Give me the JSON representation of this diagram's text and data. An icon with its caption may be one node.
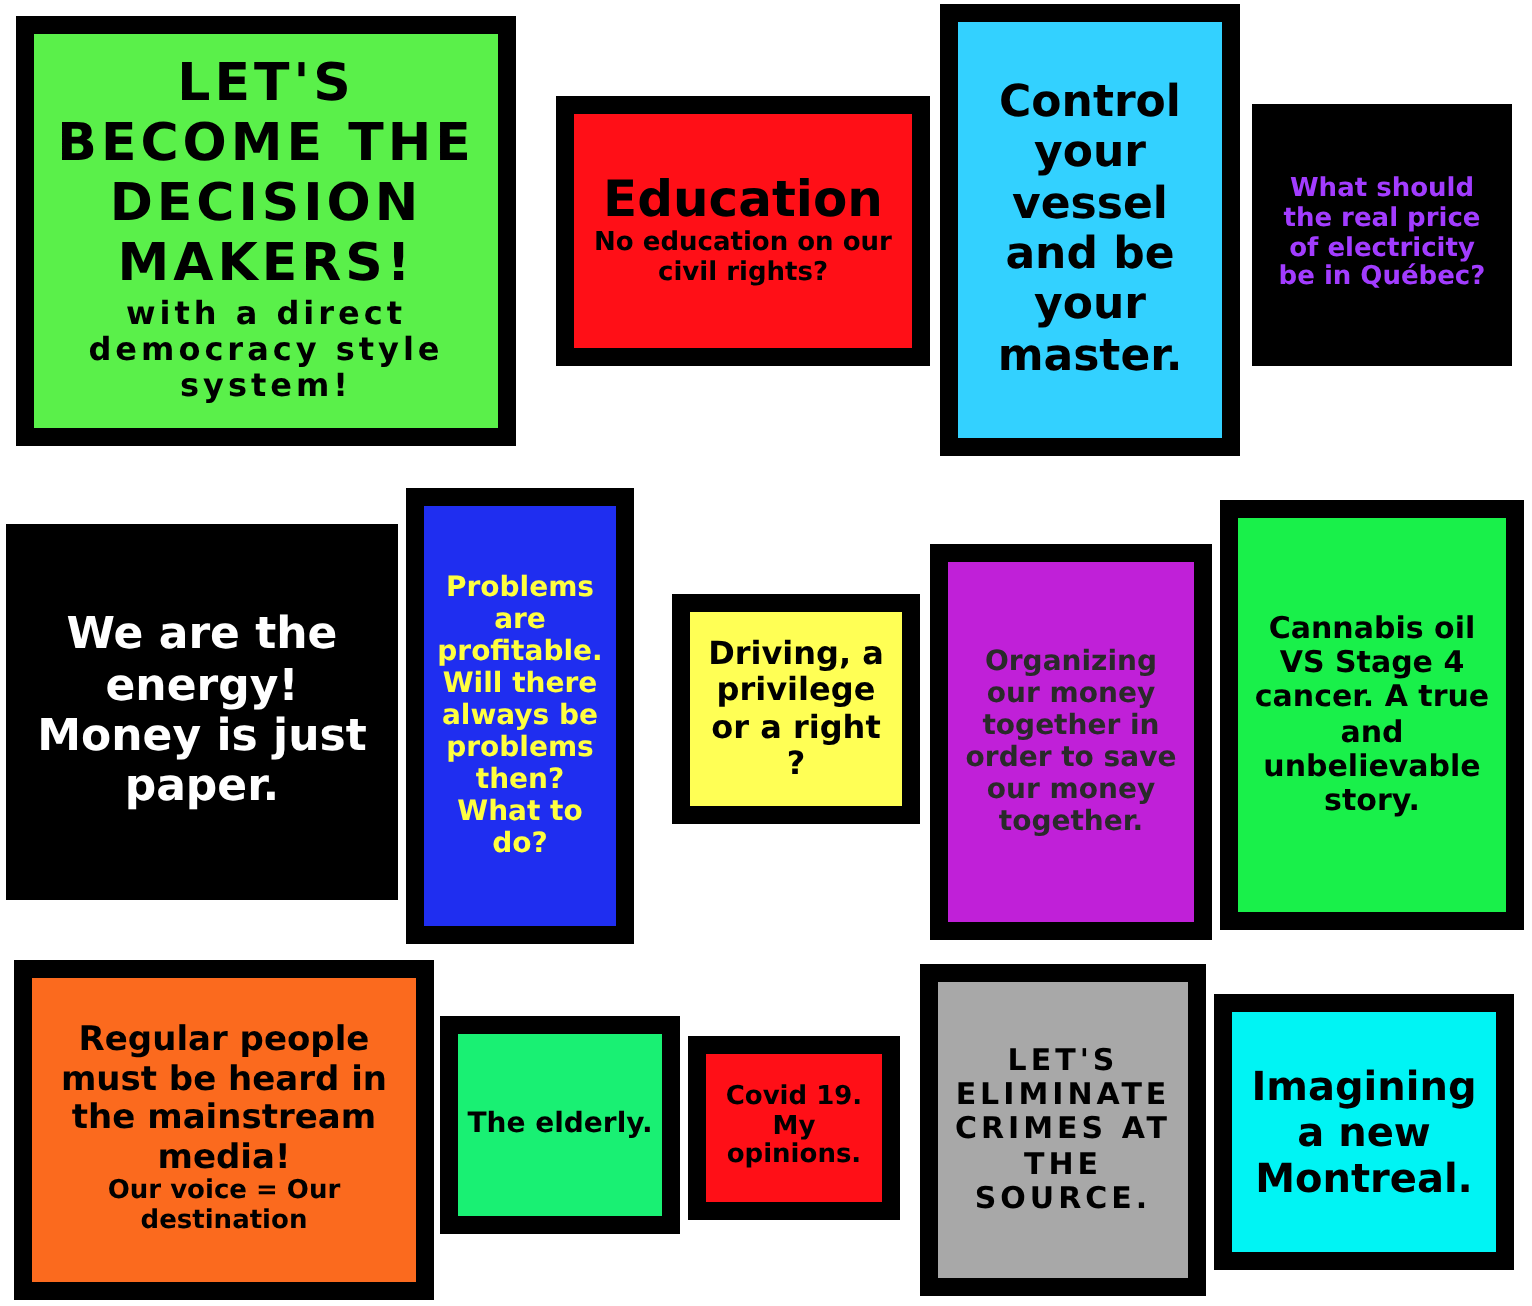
{
  "diagram": {
    "nodes": [
      {
        "text": [
          "LET'S BECOME THE DECISION MAKERS!",
          "with a direct democracy style system!"
        ]
      },
      {
        "text": [
          "Education",
          "No education on our civil rights?"
        ]
      },
      {
        "text": [
          "Control your vessel and be your master."
        ]
      },
      {
        "text": [
          "What should the real price of electricity be in Québec?"
        ]
      },
      {
        "text": [
          "We are the energy! Money is just paper."
        ]
      },
      {
        "text": [
          "Problems are profitable. Will there always be problems then? What to do?"
        ]
      },
      {
        "text": [
          "Driving, a privilege or a right ?"
        ]
      },
      {
        "text": [
          "Organizing our money together in order to save our money together."
        ]
      },
      {
        "text": [
          "Cannabis oil VS Stage 4 cancer. A true and unbelievable story."
        ]
      },
      {
        "text": [
          "Regular people must be heard in the mainstream media!",
          "Our voice = Our destination"
        ]
      },
      {
        "text": [
          "The elderly."
        ]
      },
      {
        "text": [
          "Covid 19. My opinions."
        ]
      },
      {
        "text": [
          "LET'S ELIMINATE CRIMES AT THE SOURCE."
        ]
      },
      {
        "text": [
          "Imagining a new Montreal."
        ]
      }
    ]
  }
}
